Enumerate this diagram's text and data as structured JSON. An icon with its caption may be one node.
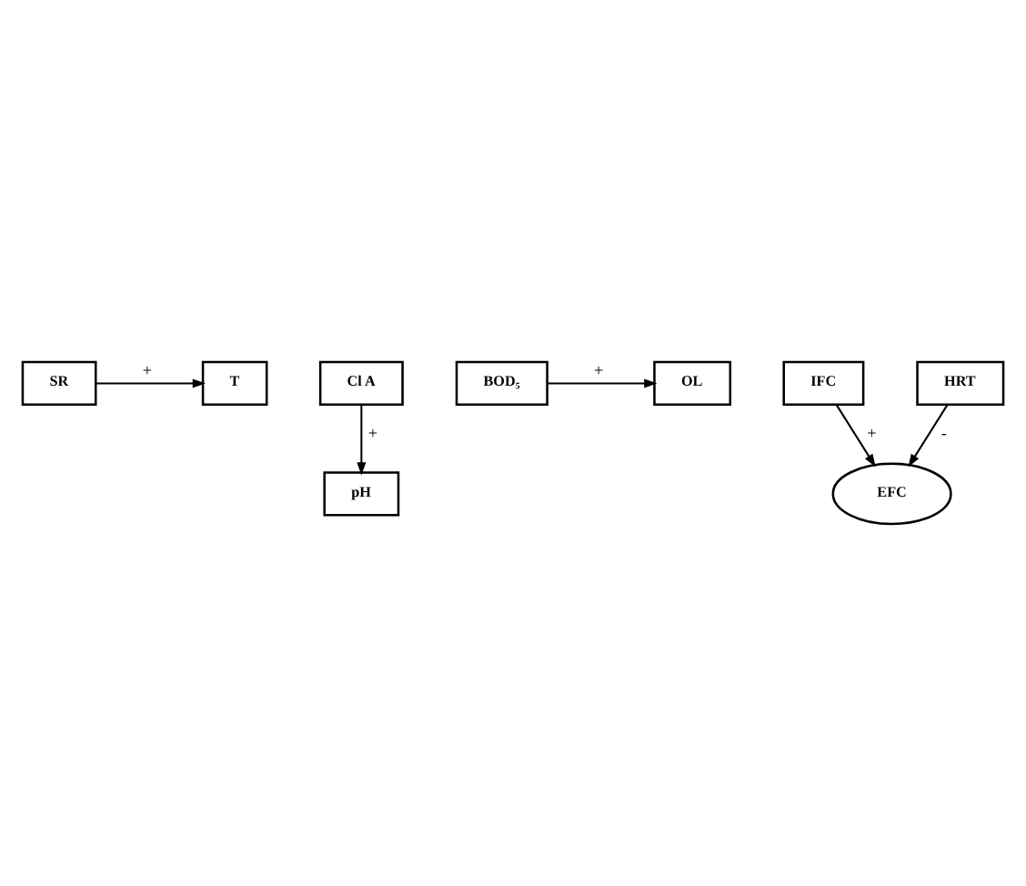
{
  "diagram": {
    "nodes": [
      {
        "text": [
          "SR"
        ]
      },
      {
        "text": [
          "T"
        ]
      },
      {
        "text": [
          "Cl A"
        ]
      },
      {
        "text": [
          "pH"
        ]
      },
      {
        "text": [
          "BOD₅"
        ]
      },
      {
        "text": [
          "OL"
        ]
      },
      {
        "text": [
          "EFC"
        ]
      },
      {
        "text": [
          "IFC"
        ]
      },
      {
        "text": [
          "HRT"
        ]
      }
    ],
    "edges": [
      {
        "from": 0,
        "to": 1,
        "arrow": "to",
        "label": "+"
      },
      {
        "from": 2,
        "to": 3,
        "arrow": "to",
        "label": "+"
      },
      {
        "from": 4,
        "to": 5,
        "arrow": "to",
        "label": "+"
      },
      {
        "from": 7,
        "to": 6,
        "arrow": "to",
        "label": "+"
      },
      {
        "from": 8,
        "to": 6,
        "arrow": "to",
        "label": "-"
      }
    ]
  }
}
